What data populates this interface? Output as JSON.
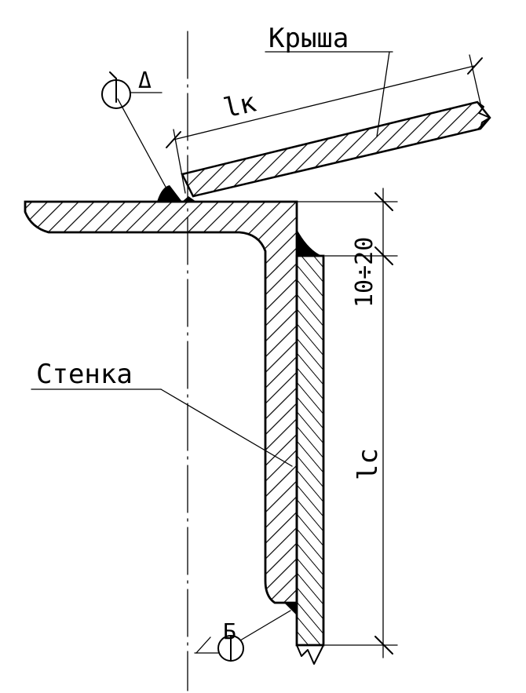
{
  "labels": {
    "roof": "Крыша",
    "wall": "Стенка",
    "roof_length": "lк",
    "wall_length": "lc",
    "gap_range": "10÷20"
  },
  "weld_symbols": {
    "top_weld_mark": "Δ",
    "bottom_weld_mark": "Б"
  },
  "colors": {
    "ink": "#000000",
    "background": "#ffffff"
  }
}
